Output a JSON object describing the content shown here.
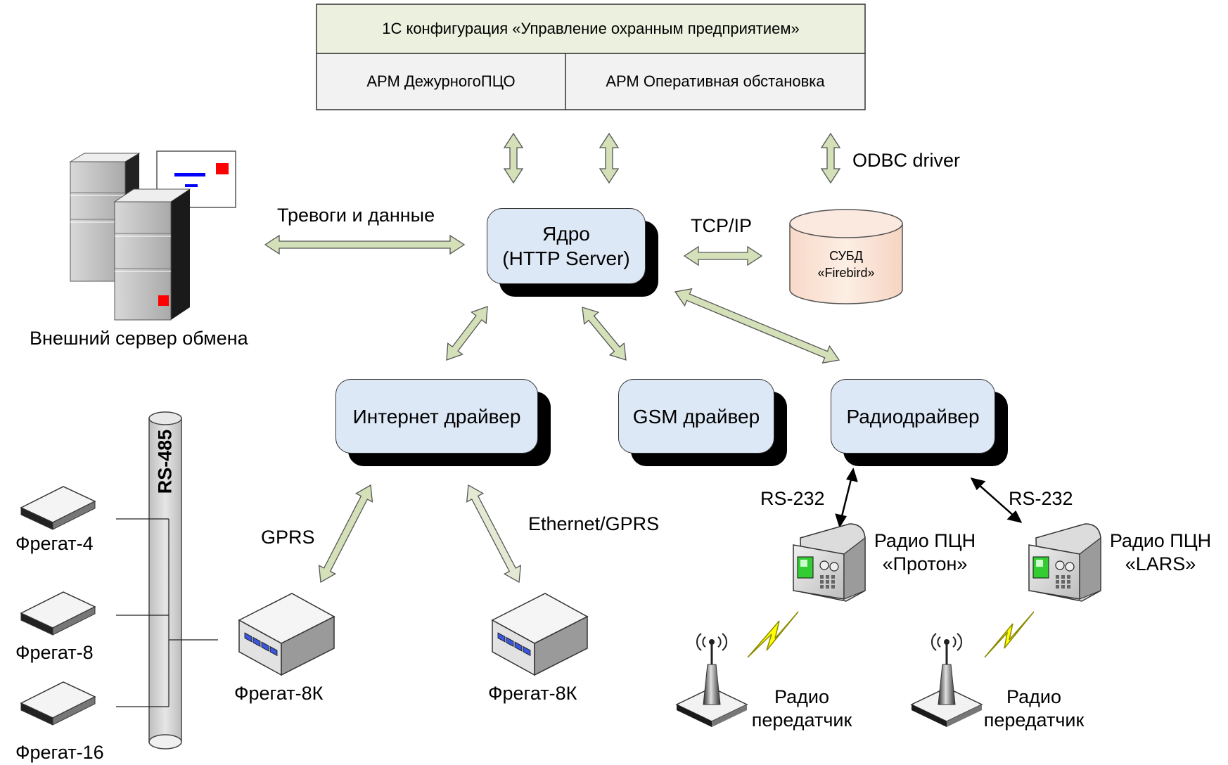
{
  "top_block": {
    "title": "1С конфигурация «Управление охранным предприятием»",
    "left_cell": "АРМ ДежурногоПЦО",
    "right_cell": "АРМ Оперативная обстановка"
  },
  "core": {
    "line1": "Ядро",
    "line2": "(HTTP Server)"
  },
  "database": {
    "line1": "СУБД",
    "line2": "«Firebird»"
  },
  "drivers": {
    "internet": "Интернет драйвер",
    "gsm": "GSM драйвер",
    "radio": "Радиодрайвер"
  },
  "links": {
    "odbc": "ODBC driver",
    "tcpip": "TCP/IP",
    "alarms": "Тревоги и данные",
    "gprs": "GPRS",
    "ethernet_gprs": "Ethernet/GPRS",
    "rs232_left": "RS-232",
    "rs232_right": "RS-232"
  },
  "external_server": "Внешний сервер обмена",
  "bus": "RS-485",
  "devices": {
    "fregat4": "Фрегат-4",
    "fregat8": "Фрегат-8",
    "fregat16": "Фрегат-16",
    "fregat8k_a": "Фрегат-8К",
    "fregat8k_b": "Фрегат-8К"
  },
  "radio": {
    "proton_line1": "Радио ПЦН",
    "proton_line2": "«Протон»",
    "lars_line1": "Радио ПЦН",
    "lars_line2": "«LARS»",
    "tx1_line1": "Радио",
    "tx1_line2": "передатчик",
    "tx2_line1": "Радио",
    "tx2_line2": "передатчик"
  },
  "colors": {
    "arrow_fill": "#d3e0b8",
    "arrow_fill_light": "#e3e9d2",
    "node_fill": "#dde8f6",
    "top_title_fill": "#ebf1de",
    "top_cells_fill": "#f2f2f2",
    "db_fill": "#fbe3d6",
    "alarm_red": "#ff0000",
    "bar_blue": "#0000ff",
    "lightning": "#ffff00"
  }
}
